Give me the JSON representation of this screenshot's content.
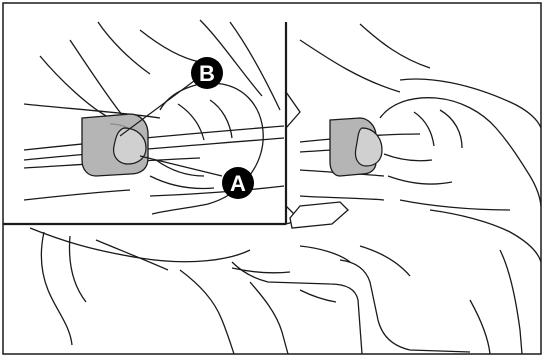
{
  "callouts": {
    "a": {
      "label": "A"
    },
    "b": {
      "label": "B"
    }
  },
  "colors": {
    "line": "#1a1a1a",
    "tab_fill": "#b5b5b5",
    "tab_shadow": "#8c8c8c",
    "callout_fill": "#000000",
    "background": "#ffffff"
  },
  "panels": [
    "main-view",
    "inset-close-up"
  ]
}
